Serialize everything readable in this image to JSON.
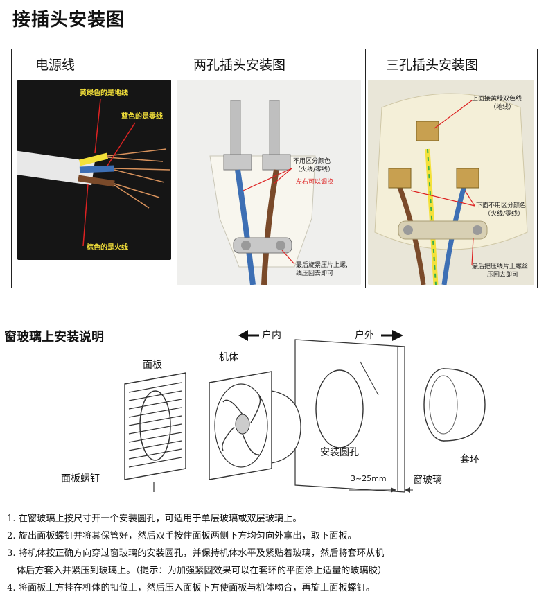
{
  "title": "接插头安装图",
  "panels": {
    "cable": {
      "heading": "电源线",
      "labels": {
        "ground": "黄绿色的是地线",
        "neutral": "蓝色的是零线",
        "live": "棕色的是火线"
      }
    },
    "two_pin": {
      "heading": "两孔插头安装图",
      "labels": {
        "no_color": "不用区分颜色",
        "no_color_sub": "（火线/零线）",
        "swap": "左右可以调换",
        "screw": "最后旋紧压片上螺,",
        "screw_sub": "线压回去即可"
      }
    },
    "three_pin": {
      "heading": "三孔插头安装图",
      "labels": {
        "top": "上面接黄绿双色线",
        "top_sub": "（地线）",
        "bottom": "下面不用区分颜色",
        "bottom_sub": "（火线/零线）",
        "screw": "最后把压线片上螺丝",
        "screw_sub": "压回去即可"
      }
    }
  },
  "window_section": {
    "title": "窗玻璃上安装说明",
    "indoor": "户内",
    "outdoor": "户外",
    "panel": "面板",
    "body": "机体",
    "panel_screw": "面板螺钉",
    "hole": "安装圆孔",
    "ring": "套环",
    "thickness": "3~25mm",
    "glass": "窗玻璃"
  },
  "steps": [
    "1. 在窗玻璃上按尺寸开一个安装圆孔，可适用于单层玻璃或双层玻璃上。",
    "2. 旋出面板螺钉并将其保管好，然后双手按住面板两侧下方均匀向外拿出，取下面板。",
    "3. 将机体按正确方向穿过窗玻璃的安装圆孔，并保持机体水平及紧贴着玻璃，然后将套环从机",
    "体后方套入并紧压到玻璃上。（提示：为加强紧固效果可以在套环的平面涂上适量的玻璃胶）",
    "4. 将面板上方挂在机体的扣位上，然后压入面板下方使面板与机体吻合，再旋上面板螺钉。"
  ],
  "colors": {
    "ground": "#f4e13a",
    "neutral": "#3d6fb4",
    "live": "#7a4a2a",
    "label_red": "#d22222"
  }
}
